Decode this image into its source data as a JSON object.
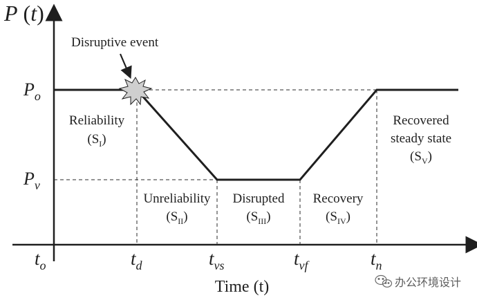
{
  "diagram": {
    "axes": {
      "y_label_base": "P",
      "y_label_arg": "t",
      "x_label": "Time (t)"
    },
    "levels": [
      {
        "base": "P",
        "sub": "o"
      },
      {
        "base": "P",
        "sub": "v"
      }
    ],
    "time_ticks": [
      {
        "base": "t",
        "sub": "o"
      },
      {
        "base": "t",
        "sub": "d"
      },
      {
        "base": "t",
        "sub": "vs"
      },
      {
        "base": "t",
        "sub": "vf"
      },
      {
        "base": "t",
        "sub": "n"
      }
    ],
    "event_label": "Disruptive event",
    "phases": [
      {
        "name": "Reliability",
        "state": "S",
        "state_sub": "I"
      },
      {
        "name": "Unreliability",
        "state": "S",
        "state_sub": "II"
      },
      {
        "name": "Disrupted",
        "state": "S",
        "state_sub": "III"
      },
      {
        "name": "Recovery",
        "state": "S",
        "state_sub": "IV"
      },
      {
        "name_lines": [
          "Recovered",
          "steady state"
        ],
        "state": "S",
        "state_sub": "V"
      }
    ]
  },
  "watermark": {
    "text": "办公环境设计"
  },
  "colors": {
    "line": "#1f1f1f",
    "dashed": "#2a2a2a",
    "burst_fill": "#cfcfcf"
  }
}
